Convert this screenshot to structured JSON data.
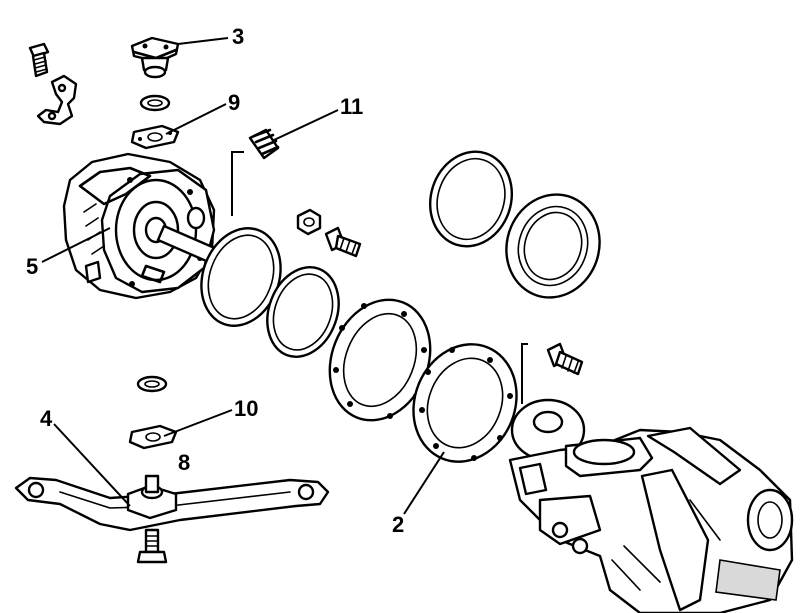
{
  "callouts": {
    "c2": "2",
    "c3": "3",
    "c4": "4",
    "c5": "5",
    "c8": "8",
    "c9": "9",
    "c10": "10",
    "c11": "11"
  }
}
